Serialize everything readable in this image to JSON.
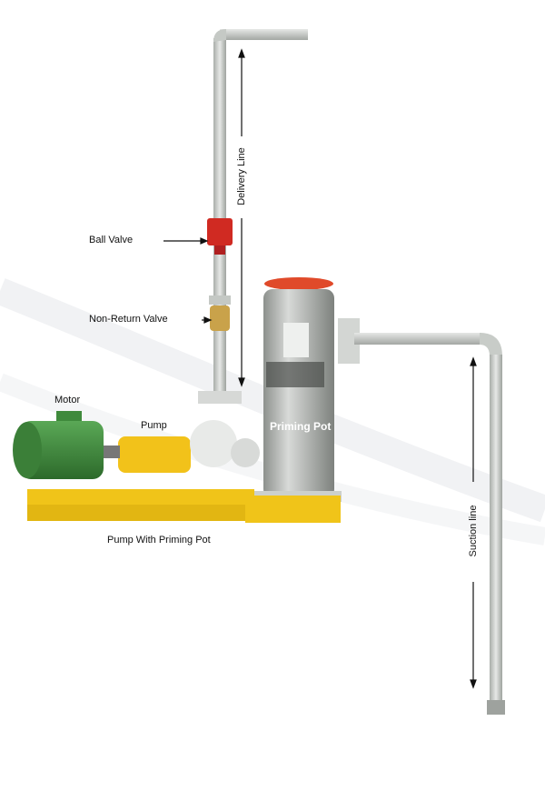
{
  "labels": {
    "delivery_line": "Delivery Line",
    "ball_valve": "Ball Valve",
    "non_return_valve": "Non-Return Valve",
    "motor": "Motor",
    "pump": "Pump",
    "priming_pot": "Priming Pot",
    "caption": "Pump With Priming Pot",
    "suction_line": "Suction line"
  },
  "colors": {
    "pipe": "#c9cdc9",
    "motor": "#3f8a3c",
    "pump_body": "#f2c21a",
    "base": "#f0c419",
    "valve": "#d02a22",
    "pot_lid": "#e04a2a"
  }
}
